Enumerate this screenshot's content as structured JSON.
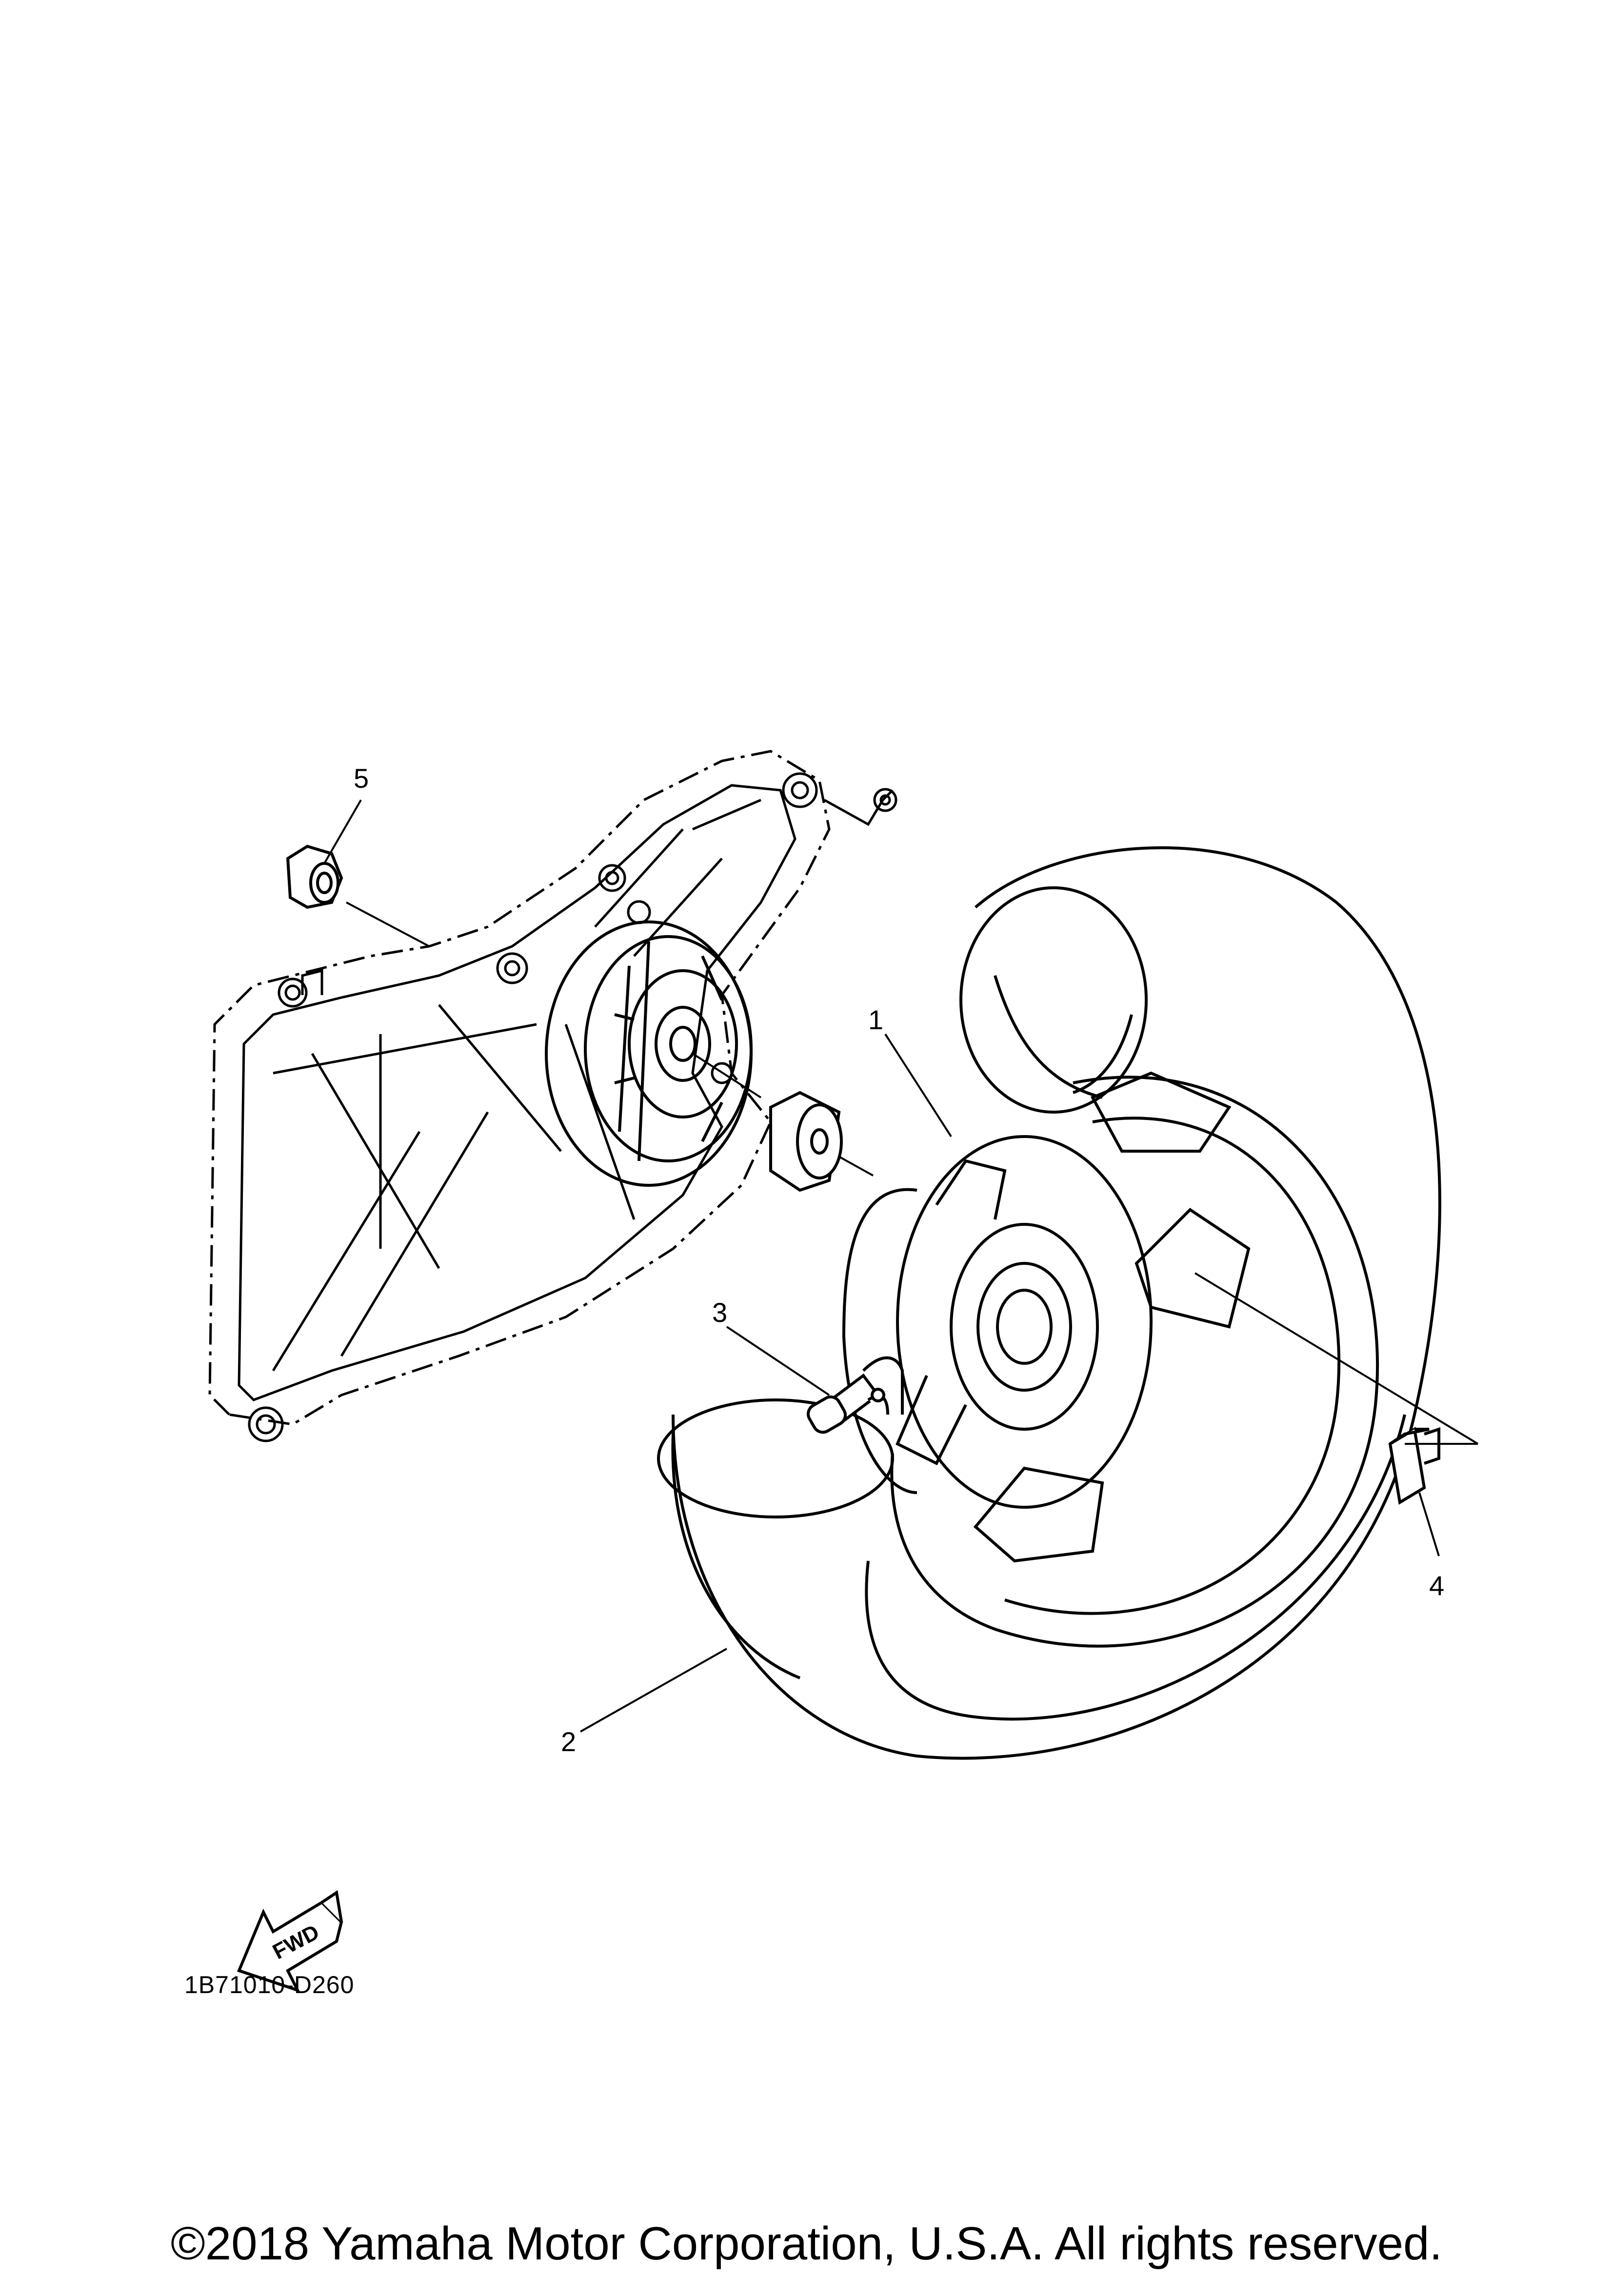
{
  "diagram": {
    "callouts": [
      {
        "id": "1",
        "label": "1"
      },
      {
        "id": "2",
        "label": "2"
      },
      {
        "id": "3",
        "label": "3"
      },
      {
        "id": "4",
        "label": "4"
      },
      {
        "id": "5",
        "label": "5"
      }
    ],
    "direction_indicator": {
      "label": "FWD",
      "icon": "arrow-left-icon"
    },
    "diagram_code": "1B71010-D260",
    "copyright": "©2018 Yamaha Motor Corporation, U.S.A. All rights reserved."
  },
  "colors": {
    "line": "#000000",
    "background": "#ffffff"
  }
}
